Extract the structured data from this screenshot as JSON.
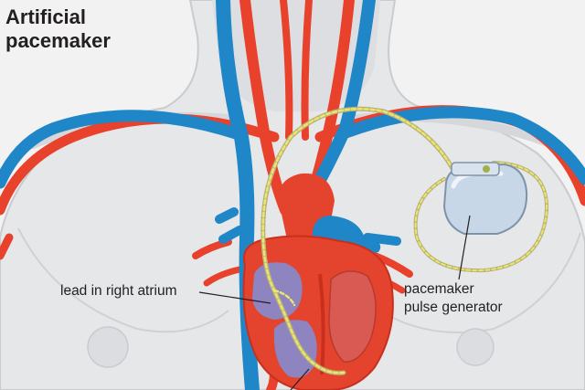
{
  "title": {
    "line1": "Artificial",
    "line2": "pacemaker"
  },
  "labels": {
    "lead_right_atrium": "lead in right atrium",
    "generator_line1": "pacemaker",
    "generator_line2": "pulse generator"
  },
  "colors": {
    "background": "#f2f2f3",
    "body_fill": "#e6e7e9",
    "body_outline": "#c9cbcf",
    "artery": "#e8412c",
    "vein": "#1f86c7",
    "heart_muscle": "#e4432d",
    "heart_chamber": "#8e84c0",
    "lead_wire": "#e8e06a",
    "device": "#c7d7e8",
    "text": "#231f20"
  }
}
